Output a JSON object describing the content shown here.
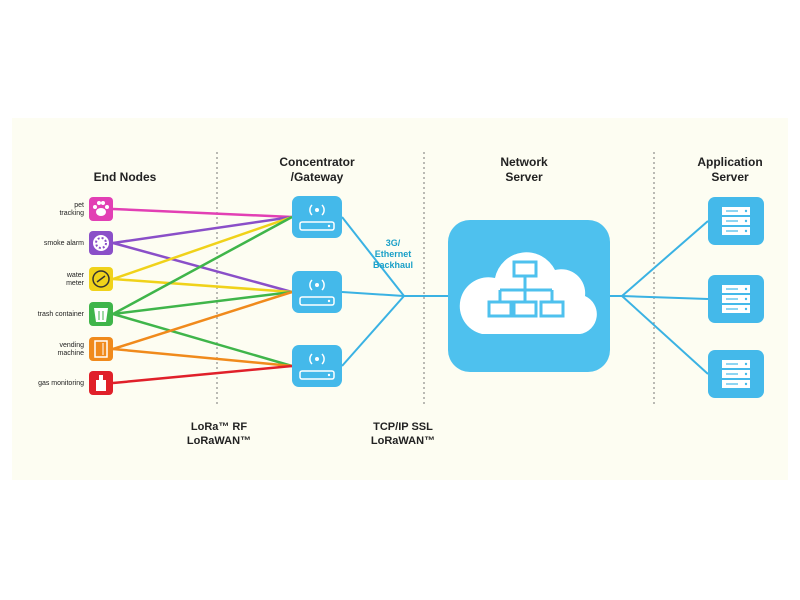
{
  "headers": {
    "end_nodes": "End Nodes",
    "concentrator_line1": "Concentrator",
    "concentrator_line2": "/Gateway",
    "network_line1": "Network",
    "network_line2": "Server",
    "application_line1": "Application",
    "application_line2": "Server"
  },
  "end_nodes": [
    {
      "id": "pet",
      "label_lines": [
        "pet",
        "tracking"
      ],
      "color": "#e23fb4",
      "icon": "paw-icon"
    },
    {
      "id": "smoke",
      "label_lines": [
        "smoke alarm"
      ],
      "color": "#8a4fc8",
      "icon": "smoke-alarm-icon"
    },
    {
      "id": "water",
      "label_lines": [
        "water",
        "meter"
      ],
      "color": "#f0d21a",
      "icon": "water-meter-icon"
    },
    {
      "id": "trash",
      "label_lines": [
        "trash container"
      ],
      "color": "#3fb54a",
      "icon": "trash-container-icon"
    },
    {
      "id": "vending",
      "label_lines": [
        "vending",
        "machine"
      ],
      "color": "#f08a1c",
      "icon": "vending-machine-icon"
    },
    {
      "id": "gas",
      "label_lines": [
        "gas monitoring"
      ],
      "color": "#e0202a",
      "icon": "gas-monitoring-icon"
    }
  ],
  "links": [
    {
      "from": "pet",
      "to": 0
    },
    {
      "from": "smoke",
      "to": 0
    },
    {
      "from": "smoke",
      "to": 1
    },
    {
      "from": "water",
      "to": 0
    },
    {
      "from": "water",
      "to": 1
    },
    {
      "from": "trash",
      "to": 0
    },
    {
      "from": "trash",
      "to": 1
    },
    {
      "from": "trash",
      "to": 2
    },
    {
      "from": "vending",
      "to": 1
    },
    {
      "from": "vending",
      "to": 2
    },
    {
      "from": "gas",
      "to": 2
    }
  ],
  "gateway_count": 3,
  "app_server_count": 3,
  "protocol_labels": {
    "rf_line1": "LoRa™ RF",
    "rf_line2": "LoRaWAN™",
    "tcp_line1": "TCP/IP SSL",
    "tcp_line2": "LoRaWAN™"
  },
  "backhaul_lines": [
    "3G/",
    "Ethernet",
    "Backhaul"
  ],
  "colors": {
    "node_blue": "#44b9ea",
    "cloud_blue": "#4ec1ee",
    "link_blue": "#3ab2e3",
    "panel_background": "#fdfdf2"
  }
}
